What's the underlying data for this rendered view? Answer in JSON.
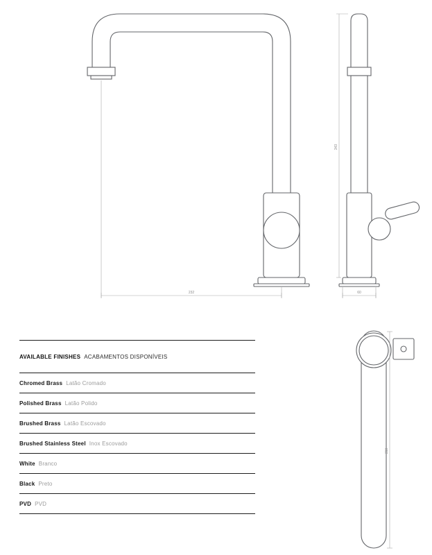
{
  "drawings": {
    "front": {
      "dim_reach": "232"
    },
    "side": {
      "dim_height": "343",
      "dim_base": "60"
    },
    "top": {
      "dim_length": "310"
    }
  },
  "finishes": {
    "header_en": "AVAILABLE FINISHES",
    "header_pt": "ACABAMENTOS DISPONÍVEIS",
    "items": [
      {
        "en": "Chromed Brass",
        "pt": "Latão Cromado"
      },
      {
        "en": "Polished Brass",
        "pt": "Latão Polido"
      },
      {
        "en": "Brushed Brass",
        "pt": "Latão Escovado"
      },
      {
        "en": "Brushed Stainless Steel",
        "pt": "Inox Escovado"
      },
      {
        "en": "White",
        "pt": "Branco"
      },
      {
        "en": "Black",
        "pt": "Preto"
      },
      {
        "en": "PVD",
        "pt": "PVD"
      }
    ]
  }
}
